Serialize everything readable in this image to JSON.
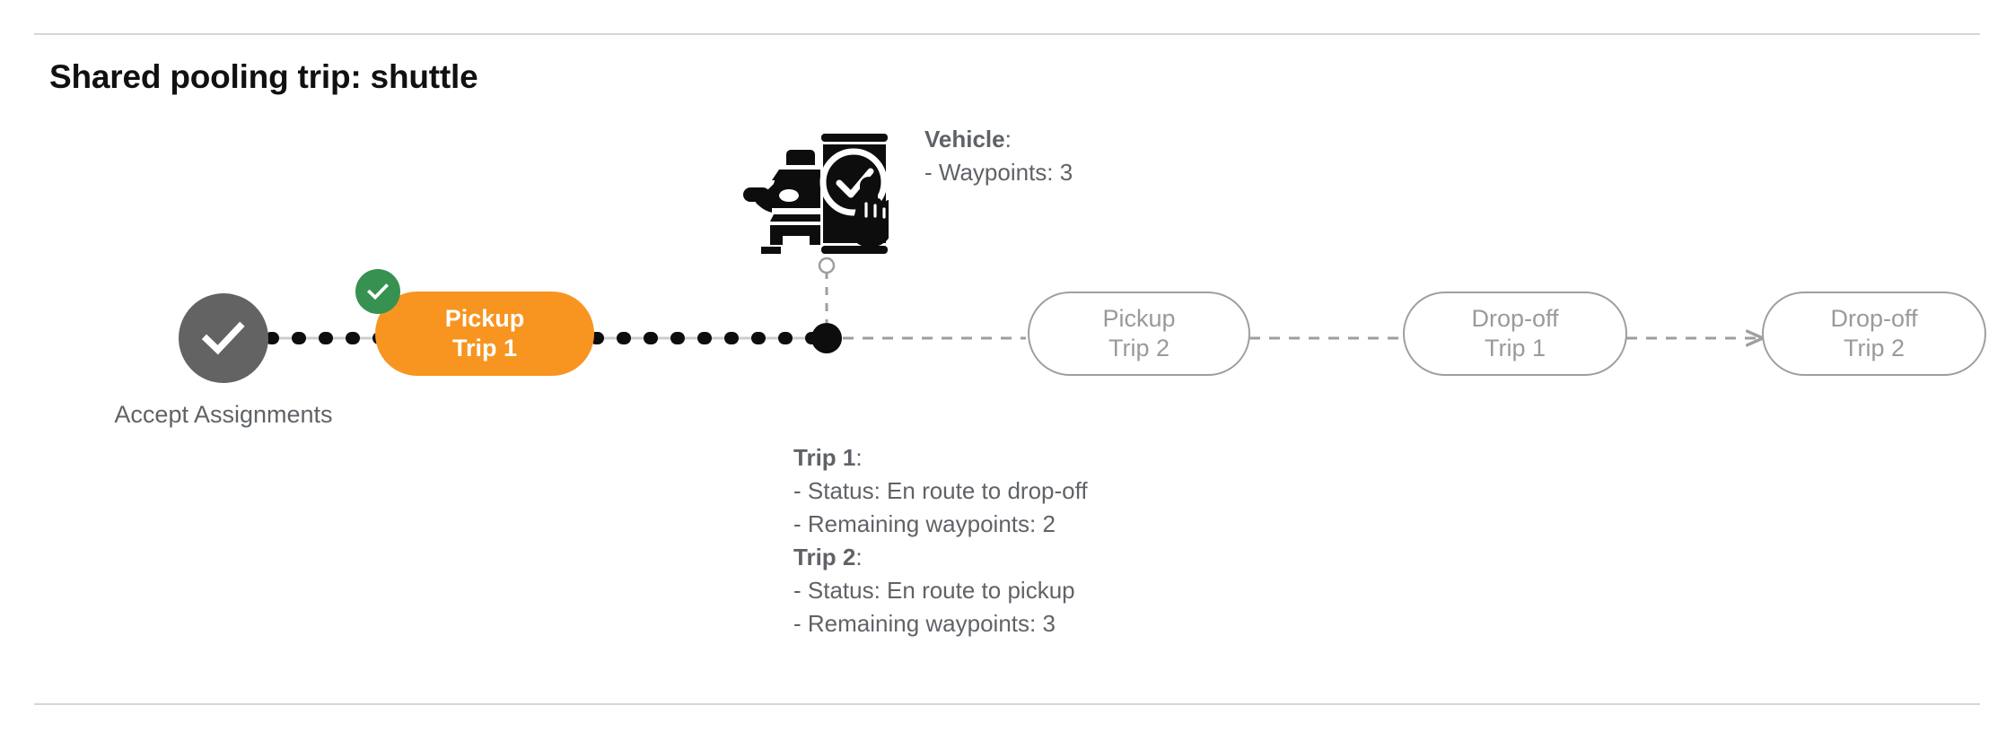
{
  "header": {
    "title": "Shared pooling trip: shuttle"
  },
  "colors": {
    "active_node": "#F79520",
    "completed_badge": "#379150",
    "start_node": "#636363",
    "pending_node_border": "#9e9e9e",
    "text_gray": "#5f6368",
    "divider": "#d6d6d6"
  },
  "flow": {
    "start_node": {
      "icon": "check-circle-icon",
      "caption_line1": "Accept",
      "caption_line2": "Assignments"
    },
    "nodes": [
      {
        "id": "pickup-trip-1",
        "line1": "Pickup",
        "line2": "Trip 1",
        "state": "completed",
        "badge": "check-badge-icon"
      },
      {
        "id": "pickup-trip-2",
        "line1": "Pickup",
        "line2": "Trip 2",
        "state": "pending"
      },
      {
        "id": "dropoff-trip-1",
        "line1": "Drop-off",
        "line2": "Trip 1",
        "state": "pending"
      },
      {
        "id": "dropoff-trip-2",
        "line1": "Drop-off",
        "line2": "Trip 2",
        "state": "pending"
      }
    ],
    "current_position_marker": "vehicle-position-dot"
  },
  "vehicle": {
    "icon": "car-phone-check-icon",
    "title": "Vehicle",
    "title_suffix": ":",
    "waypoints_label": "- Waypoints: 3"
  },
  "trips": [
    {
      "title": "Trip 1",
      "title_suffix": ":",
      "status": "- Status:  En route to drop-off",
      "remaining": "- Remaining waypoints: 2"
    },
    {
      "title": "Trip 2",
      "title_suffix": ":",
      "status": "- Status:  En route to pickup",
      "remaining": "- Remaining waypoints: 3"
    }
  ]
}
